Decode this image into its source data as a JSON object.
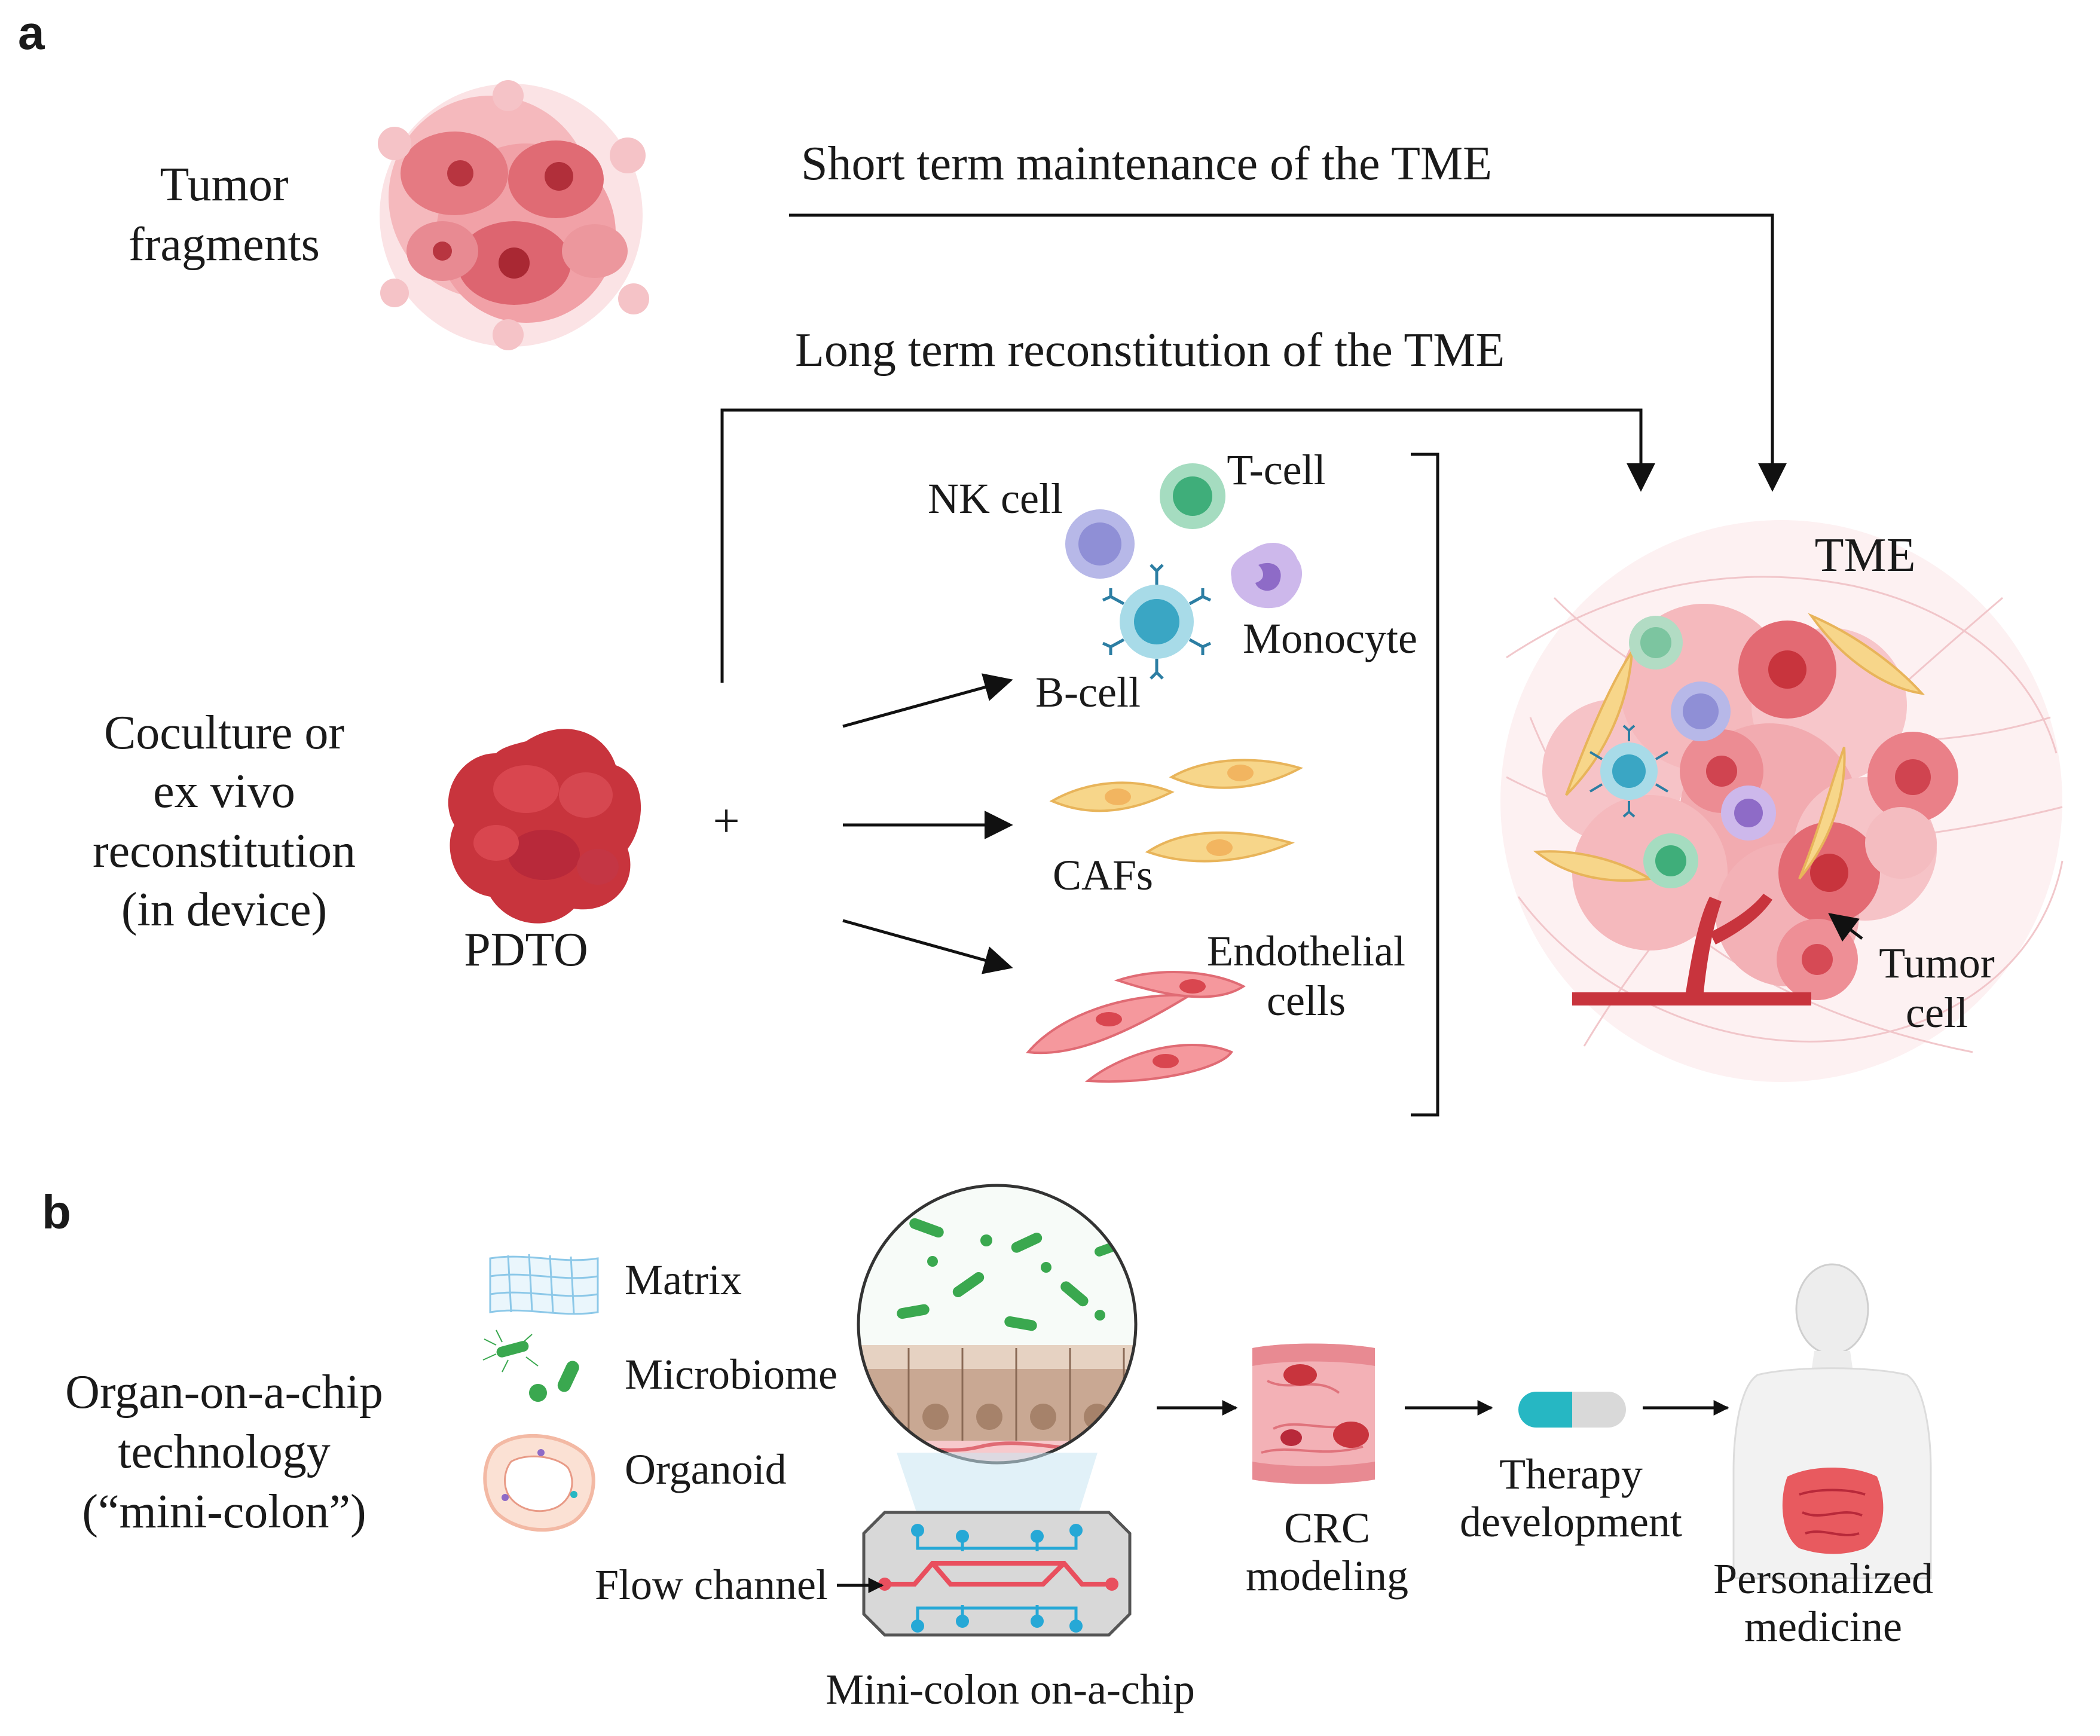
{
  "panel_a": {
    "letter": "a",
    "tumor_fragments": [
      "Tumor",
      "fragments"
    ],
    "short_term": "Short term maintenance of the TME",
    "long_term": "Long term reconstitution of the TME",
    "coculture": [
      "Coculture or",
      "ex vivo",
      "reconstitution",
      "(in device)"
    ],
    "pdto": "PDTO",
    "plus": "+",
    "cells": {
      "nk": "NK cell",
      "t": "T-cell",
      "monocyte": "Monocyte",
      "b": "B-cell",
      "cafs": "CAFs",
      "endothelial": [
        "Endothelial",
        "cells"
      ]
    },
    "tme": "TME",
    "tumor_cell": [
      "Tumor",
      "cell"
    ]
  },
  "panel_b": {
    "letter": "b",
    "organ_chip": [
      "Organ-on-a-chip",
      "technology",
      "(“mini-colon”)"
    ],
    "legend": [
      "Matrix",
      "Microbiome",
      "Organoid"
    ],
    "flow_channel": "Flow channel",
    "mini_colon": "Mini-colon on-a-chip",
    "crc": [
      "CRC",
      "modeling"
    ],
    "therapy": [
      "Therapy",
      "development"
    ],
    "personalized": [
      "Personalized",
      "medicine"
    ]
  },
  "colors": {
    "tumor_red": "#c8343d",
    "tumor_pink": "#f2a4aa",
    "caf_yellow": "#f7d68a",
    "endothelial_pink": "#f5989d",
    "nk_purple": "#8f8fd6",
    "t_green": "#3fae7a",
    "b_teal": "#3aa6c4",
    "monocyte_violet": "#a88bd6",
    "microbiome_green": "#3aa84f",
    "matrix_blue": "#8cc8e8",
    "capsule_teal": "#26b7c3"
  }
}
